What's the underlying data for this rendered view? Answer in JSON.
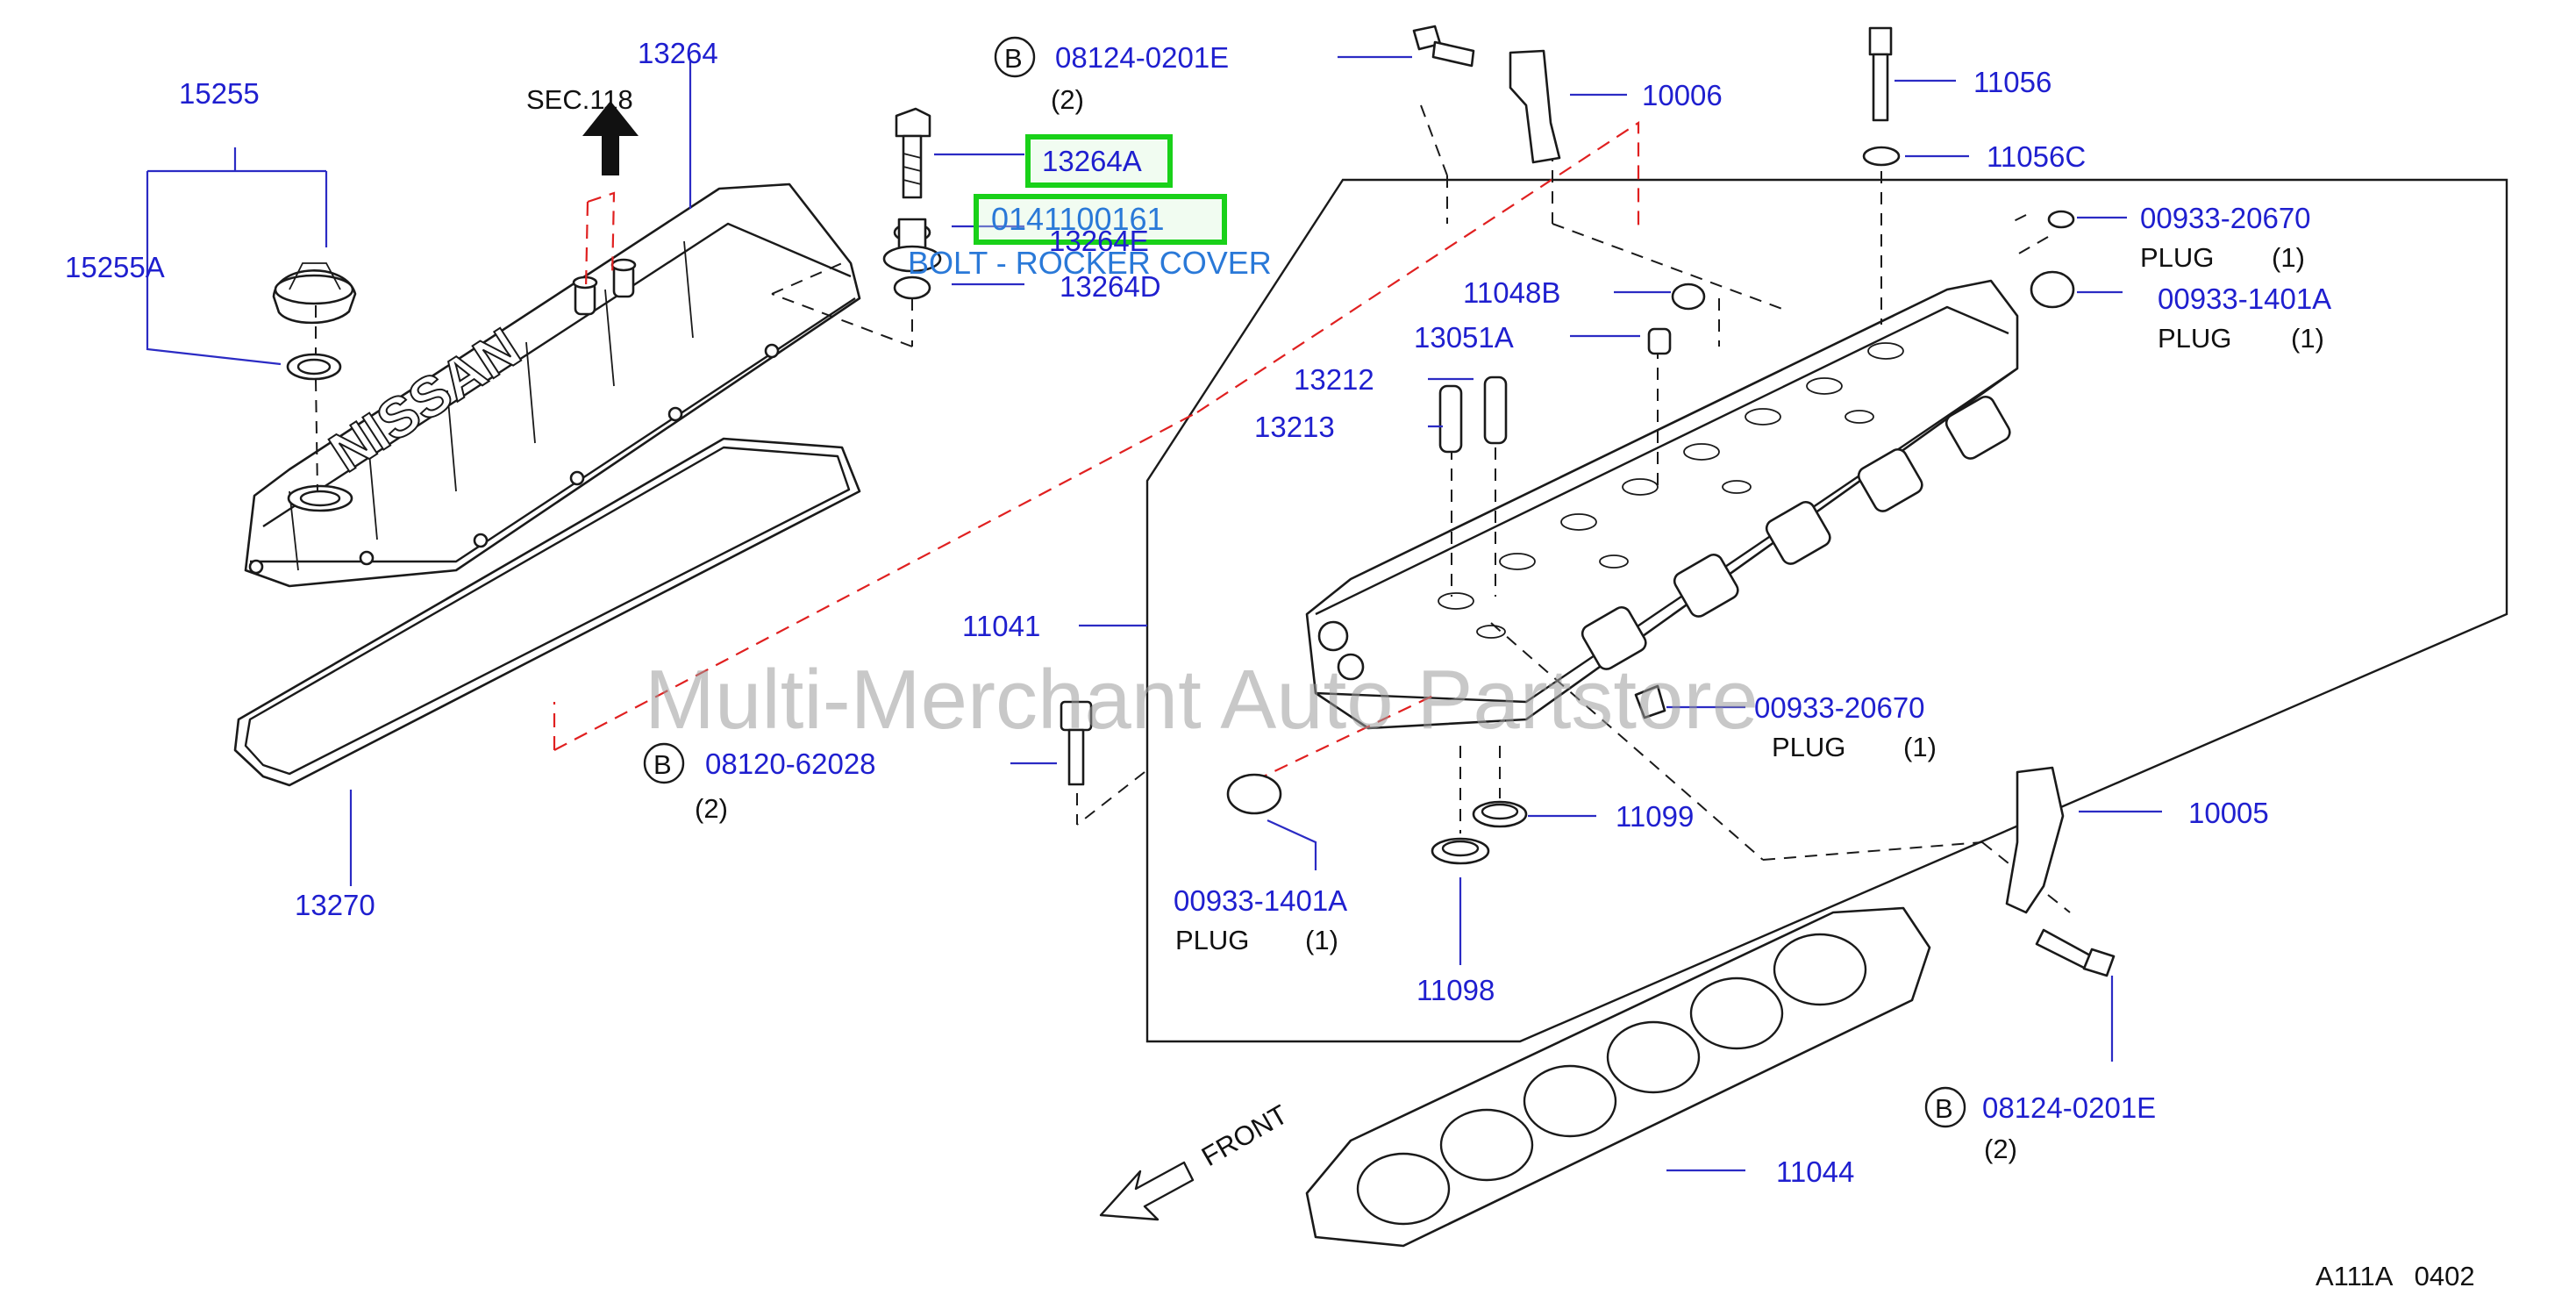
{
  "diagram": {
    "code": "A111A   0402",
    "watermark": "Multi-Merchant Auto Partstore",
    "front_label": "FRONT",
    "highlight": {
      "part_number": "0141100161",
      "caption": "BOLT - ROCKER COVER"
    },
    "callouts": {
      "c15255": "15255",
      "c15255A": "15255A",
      "c13264": "13264",
      "sec": "SEC.118",
      "c13264A": "13264A",
      "c13264E": "13264E",
      "c13264D": "13264D",
      "c13270": "13270",
      "b08120": "08120-62028",
      "b08120_qty": "(2)",
      "b08124_top": "08124-0201E",
      "b08124_top_qty": "(2)",
      "c10006": "10006",
      "c11056": "11056",
      "c11056C": "11056C",
      "c00933_20670_top": "00933-20670",
      "plug1": "PLUG",
      "plug1_qty": "(1)",
      "c00933_1401A_top": "00933-1401A",
      "plug2": "PLUG",
      "plug2_qty": "(1)",
      "c11048B": "11048B",
      "c13051A": "13051A",
      "c13212": "13212",
      "c13213": "13213",
      "c11041": "11041",
      "c00933_20670_mid": "00933-20670",
      "plug3": "PLUG",
      "plug3_qty": "(1)",
      "c11099": "11099",
      "c10005": "10005",
      "c00933_1401A_bot": "00933-1401A",
      "plug4": "PLUG",
      "plug4_qty": "(1)",
      "c11098": "11098",
      "b08124_bot": "08124-0201E",
      "b08124_bot_qty": "(2)",
      "c11044": "11044",
      "b_marker": "B"
    }
  }
}
